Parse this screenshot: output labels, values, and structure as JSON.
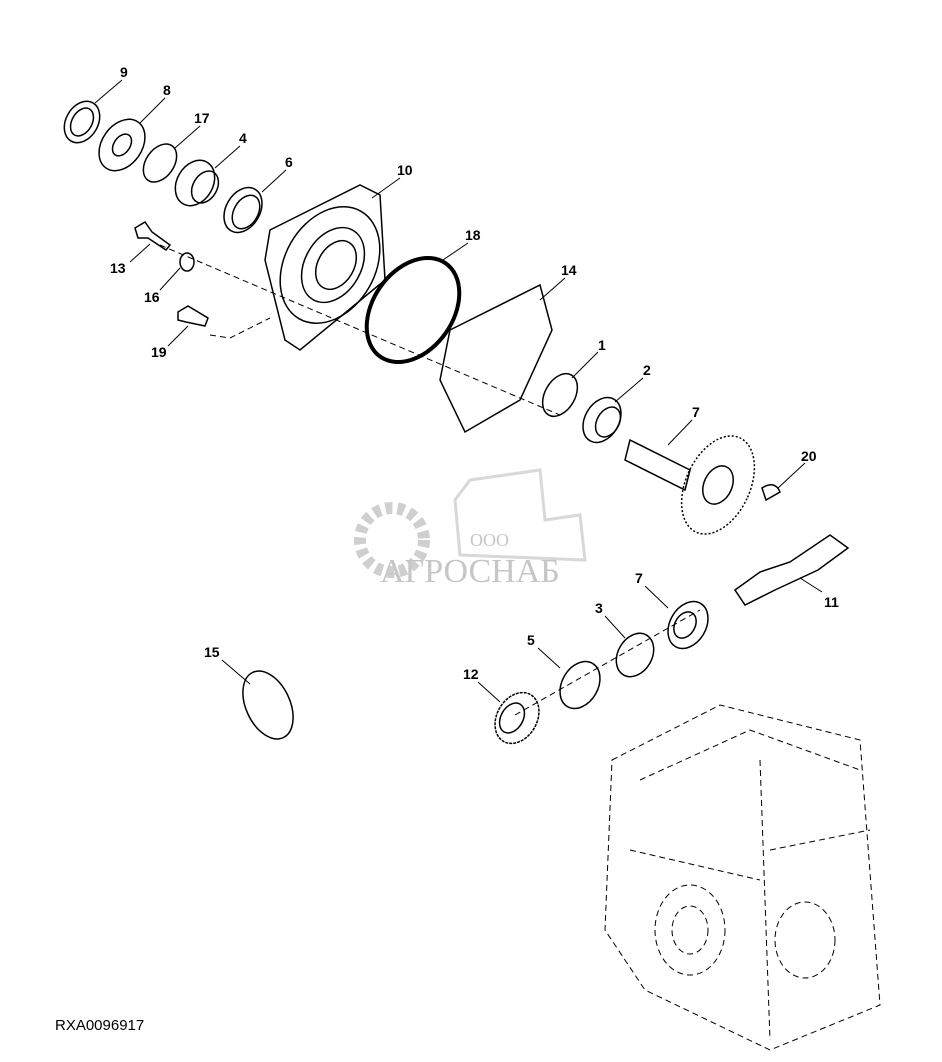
{
  "figure_id": "RXA0096917",
  "watermark": {
    "line1": "ООО",
    "line2": "АГРОСНАБ"
  },
  "callouts": [
    "9",
    "8",
    "17",
    "4",
    "6",
    "10",
    "18",
    "14",
    "13",
    "16",
    "19",
    "1",
    "2",
    "7",
    "20",
    "11",
    "7",
    "3",
    "5",
    "12",
    "15"
  ],
  "colors": {
    "line": "#000000",
    "watermark": "#b8b8b8"
  }
}
